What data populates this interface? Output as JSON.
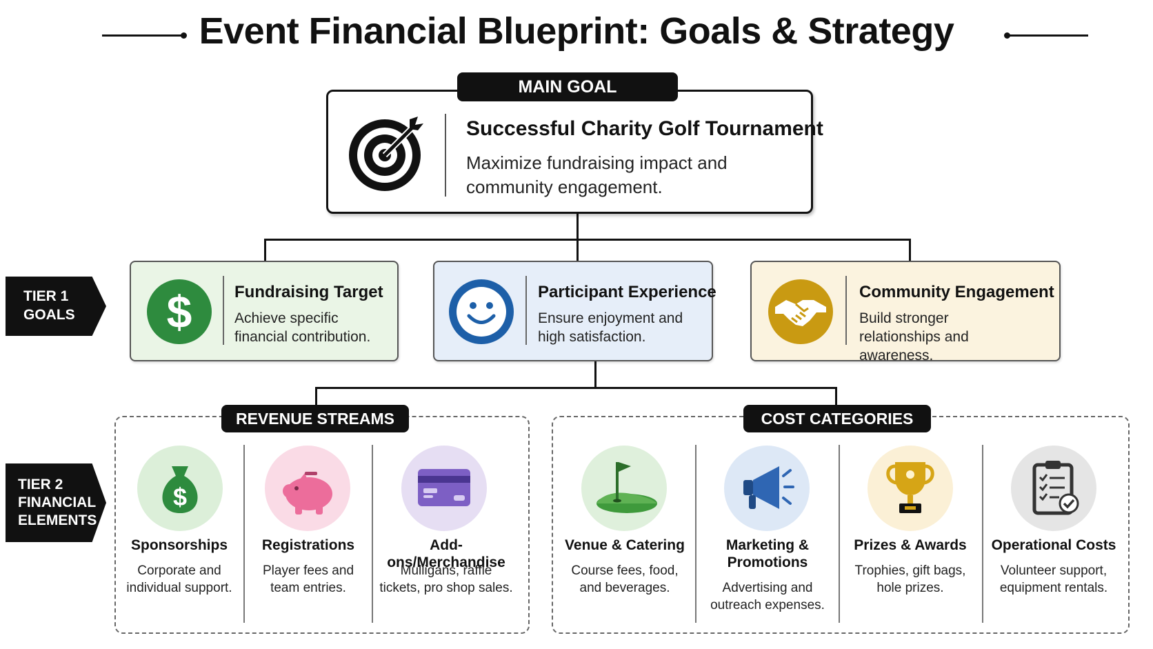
{
  "title": "Event Financial Blueprint: Goals & Strategy",
  "main_goal": {
    "badge": "MAIN GOAL",
    "title": "Successful Charity Golf Tournament",
    "description": "Maximize fundraising impact and community engagement.",
    "icon": "target-icon"
  },
  "tier1": {
    "label_line1": "TIER 1",
    "label_line2": "GOALS",
    "goals": [
      {
        "title": "Fundraising Target",
        "description": "Achieve specific financial contribution.",
        "icon": "dollar-icon",
        "color": "#2e8b3e",
        "bg": "#eaf5e6"
      },
      {
        "title": "Participant Experience",
        "description": "Ensure enjoyment and high satisfaction.",
        "icon": "smiley-icon",
        "color": "#1d5fa8",
        "bg": "#e6eef9"
      },
      {
        "title": "Community Engagement",
        "description": "Build stronger relationships and awareness.",
        "icon": "handshake-icon",
        "color": "#c99a12",
        "bg": "#fbf3df"
      }
    ]
  },
  "tier2": {
    "label_line1": "TIER 2",
    "label_line2": "FINANCIAL",
    "label_line3": "ELEMENTS",
    "revenue": {
      "badge": "REVENUE STREAMS",
      "items": [
        {
          "title": "Sponsorships",
          "description": "Corporate and individual support.",
          "icon": "money-bag-icon",
          "circle": "#dcefd9",
          "color": "#2e8b3e"
        },
        {
          "title": "Registrations",
          "description": "Player fees and team entries.",
          "icon": "piggy-bank-icon",
          "circle": "#fadbe6",
          "color": "#ec6d9b"
        },
        {
          "title": "Add-ons/Merchandise",
          "description": "Mulligans, raffle tickets, pro shop sales.",
          "icon": "credit-card-icon",
          "circle": "#e6def3",
          "color": "#7d5fc4"
        }
      ]
    },
    "costs": {
      "badge": "COST CATEGORIES",
      "items": [
        {
          "title": "Venue & Catering",
          "description": "Course fees, food, and beverages.",
          "icon": "golf-flag-icon",
          "circle": "#dff0dc",
          "color": "#3f9a3c"
        },
        {
          "title": "Marketing & Promotions",
          "description": "Advertising and outreach expenses.",
          "icon": "megaphone-icon",
          "circle": "#dde8f6",
          "color": "#2f66b3"
        },
        {
          "title": "Prizes & Awards",
          "description": "Trophies, gift bags, hole prizes.",
          "icon": "trophy-icon",
          "circle": "#fbf0d6",
          "color": "#d6a516"
        },
        {
          "title": "Operational Costs",
          "description": "Volunteer support, equipment rentals.",
          "icon": "clipboard-checklist-icon",
          "circle": "#e5e5e5",
          "color": "#333333"
        }
      ]
    }
  }
}
